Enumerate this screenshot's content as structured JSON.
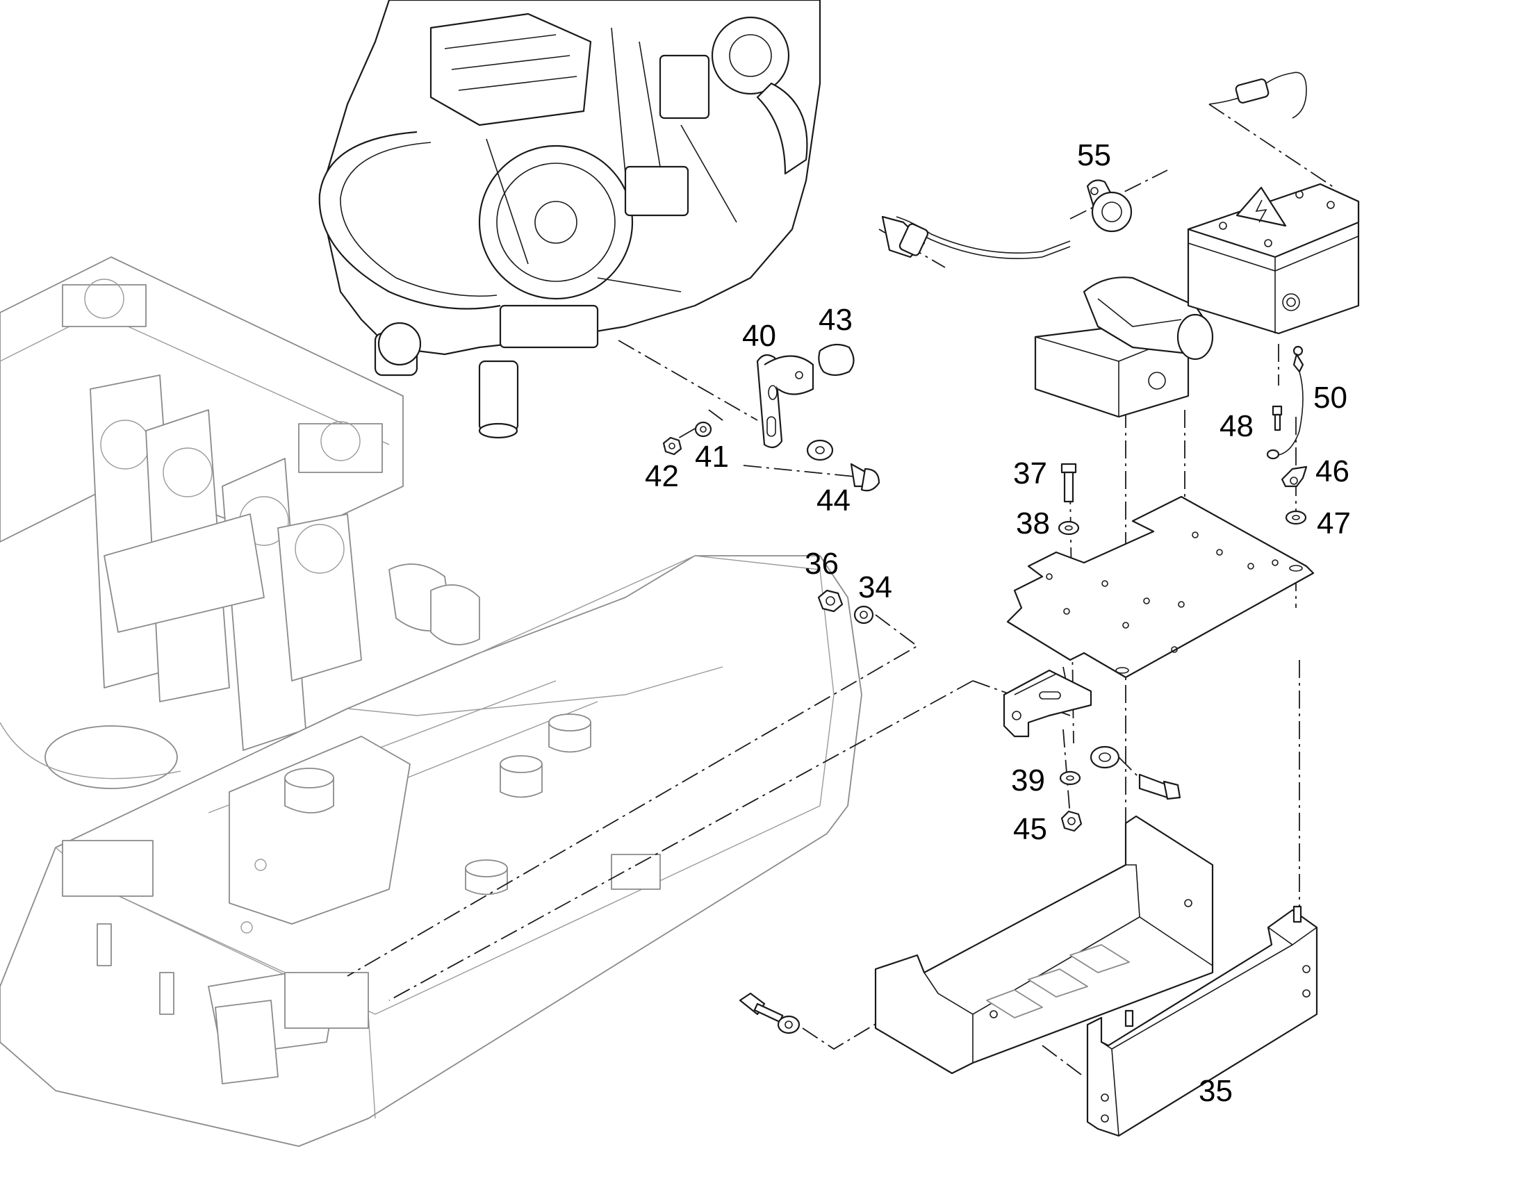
{
  "callouts": {
    "c34": "34",
    "c35": "35",
    "c36": "36",
    "c37": "37",
    "c38": "38",
    "c39": "39",
    "c40": "40",
    "c41": "41",
    "c42": "42",
    "c43": "43",
    "c44": "44",
    "c45": "45",
    "c46": "46",
    "c47": "47",
    "c48": "48",
    "c50": "50",
    "c55": "55"
  },
  "colors": {
    "line": "#1a1a1a",
    "ghost": "#8a8a8a",
    "background": "#ffffff"
  },
  "icons": {
    "warning": "high-voltage-warning-icon"
  }
}
